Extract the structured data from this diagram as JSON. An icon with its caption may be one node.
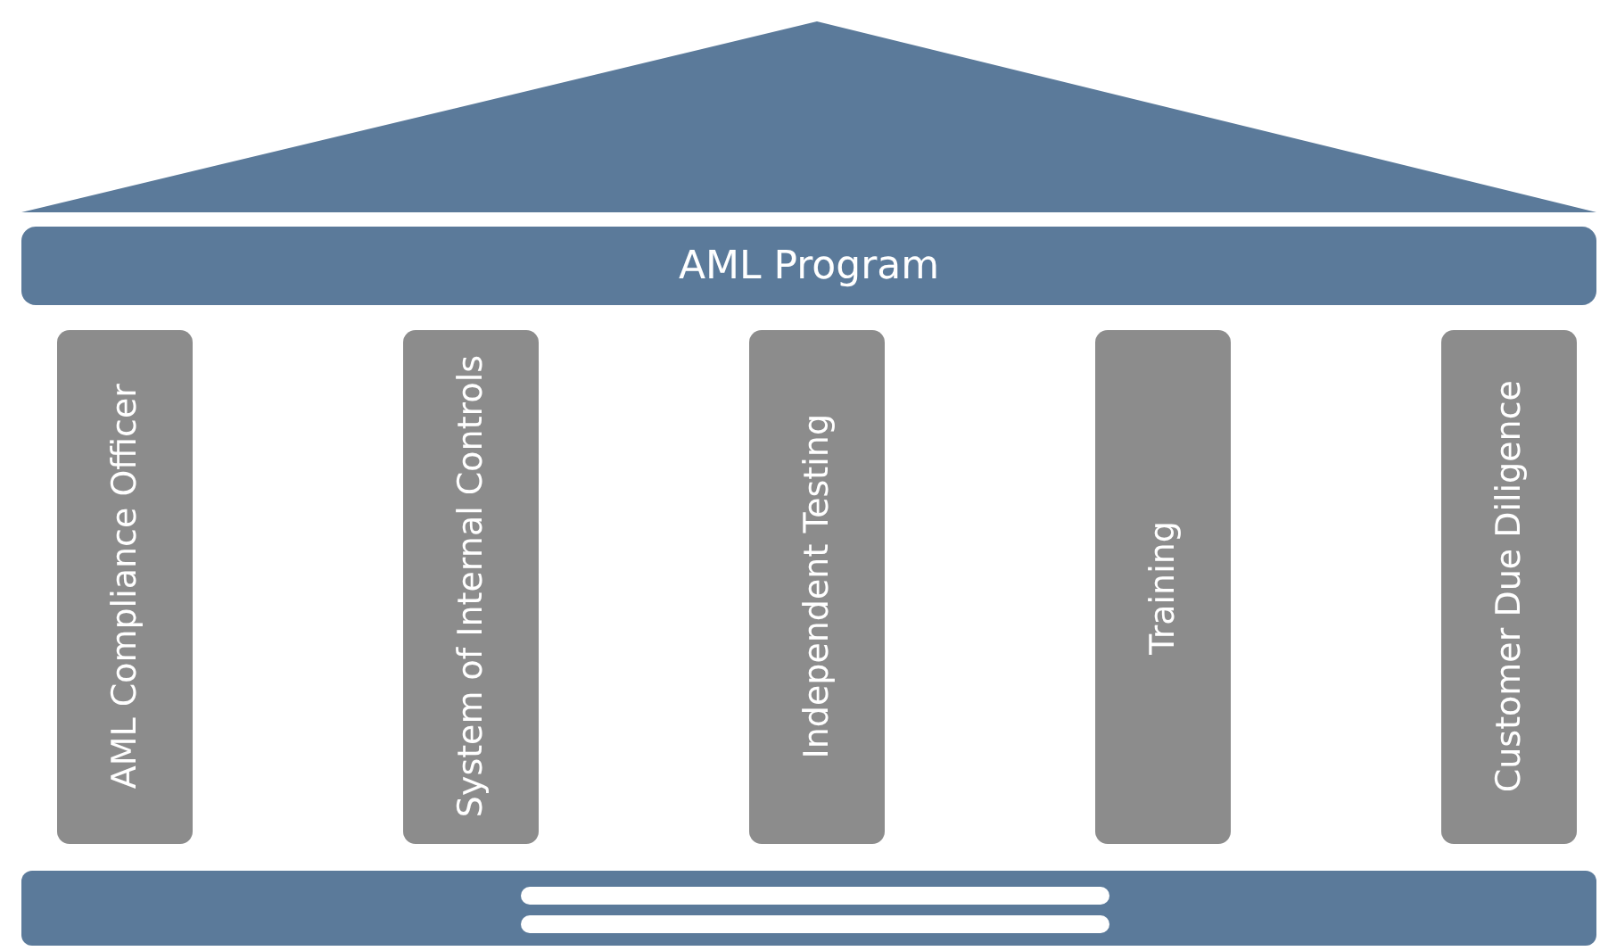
{
  "diagram": {
    "nodes": [
      {
        "text": [],
        "shape": "triangle"
      },
      {
        "text": [
          "AML Program"
        ]
      },
      {
        "text": [
          "AML Compliance Officer"
        ]
      },
      {
        "text": [
          "System of Internal Controls"
        ]
      },
      {
        "text": [
          "Independent Testing"
        ]
      },
      {
        "text": [
          "Training"
        ]
      },
      {
        "text": [
          "Customer Due Diligence"
        ]
      }
    ]
  }
}
